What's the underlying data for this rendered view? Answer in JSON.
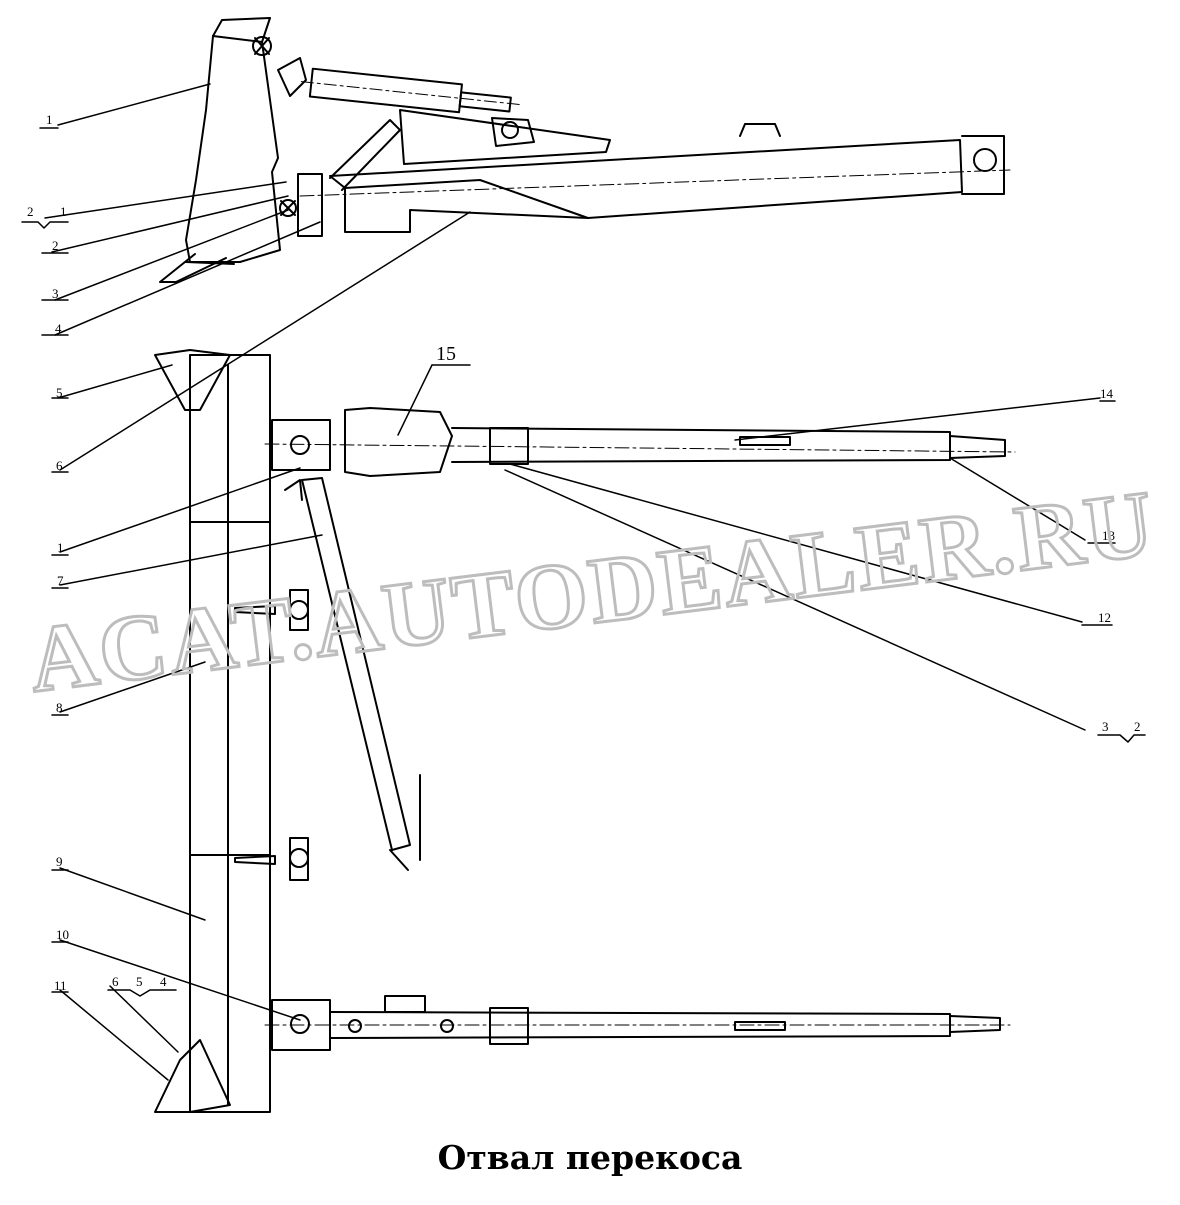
{
  "title": "Отвал перекоса",
  "watermark": "ACAT.AUTODEALER.RU",
  "callouts": {
    "c1_top": "1",
    "c2_1_top": "2",
    "c2_1_top_b": "1",
    "c2_top": "2",
    "c3_top": "3",
    "c4": "4",
    "c5": "5",
    "c6": "6",
    "c1_mid": "1",
    "c7": "7",
    "c8": "8",
    "c9": "9",
    "c10": "10",
    "c11": "11",
    "c6_5_4_a": "6",
    "c6_5_4_b": "5",
    "c6_5_4_c": "4",
    "c12": "12",
    "c13": "13",
    "c14": "14",
    "c15": "15",
    "c3_2_a": "3",
    "c3_2_b": "2"
  },
  "colors": {
    "ink": "#000000",
    "watermark": "#bdbdbd",
    "background": "#ffffff"
  }
}
